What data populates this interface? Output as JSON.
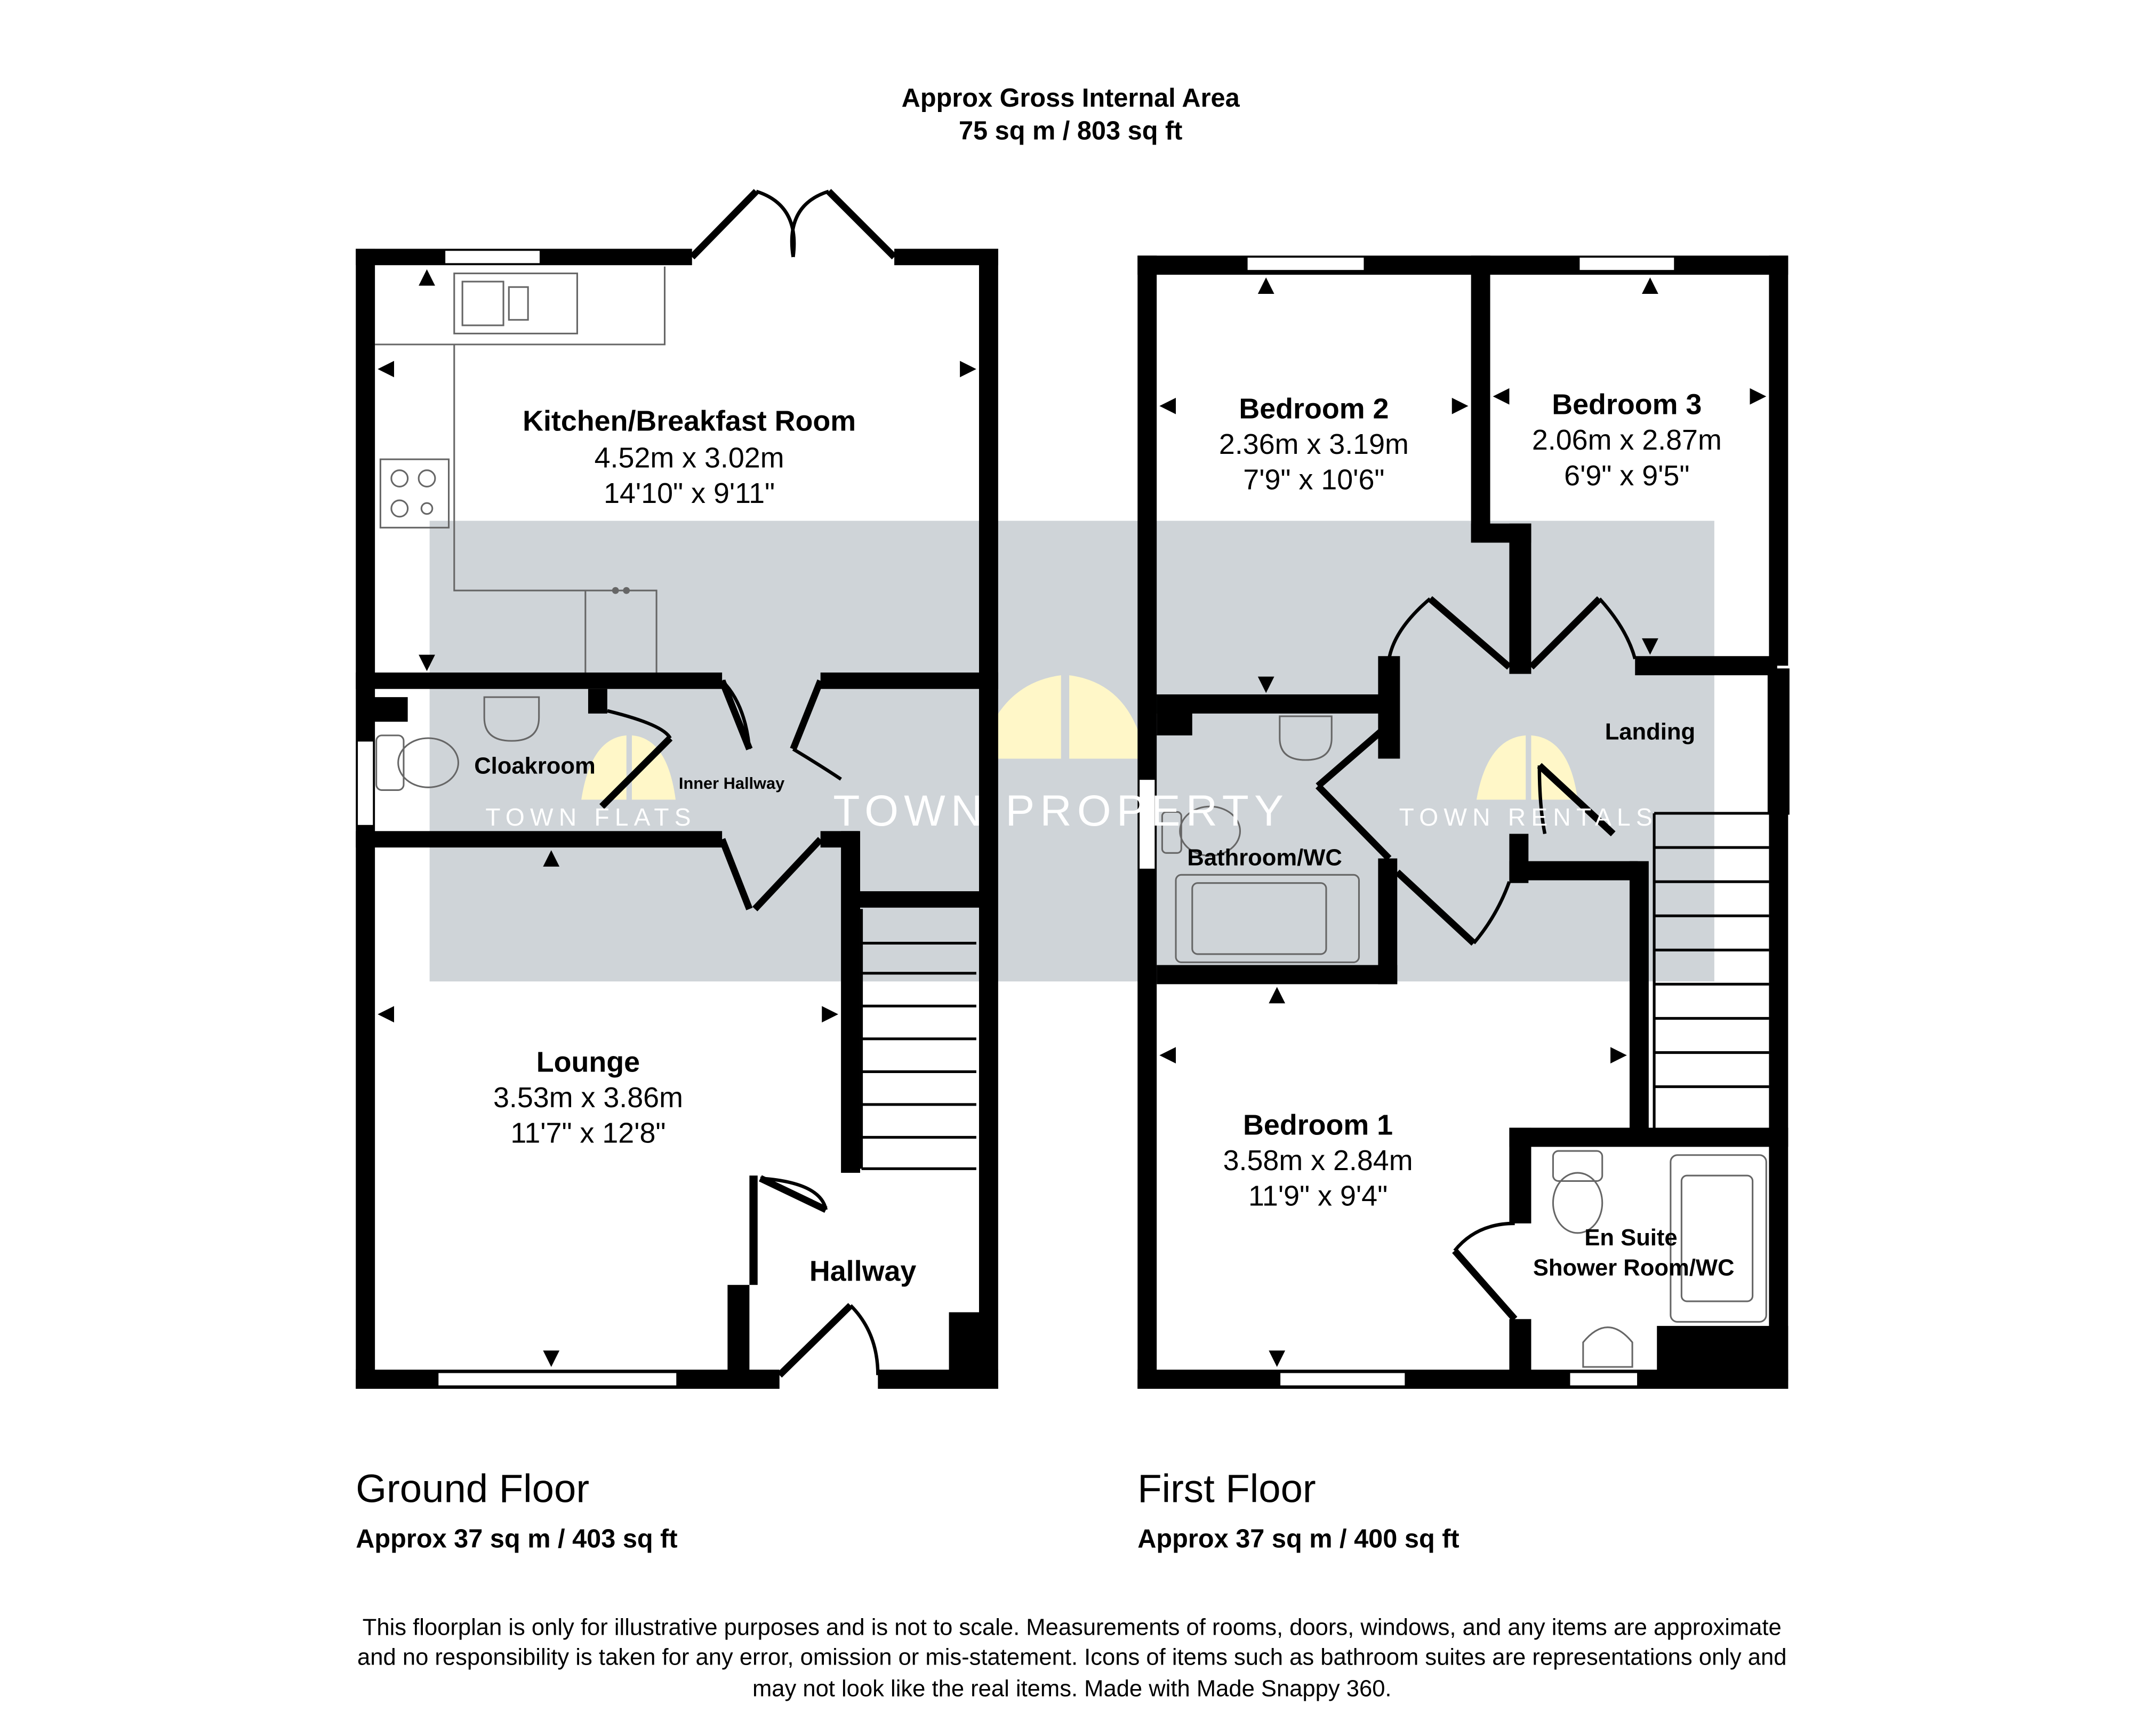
{
  "header": {
    "title": "Approx Gross Internal Area",
    "area": "75 sq m / 803 sq ft"
  },
  "ground_floor": {
    "label": "Ground Floor",
    "area": "Approx 37 sq m / 403 sq ft",
    "rooms": {
      "kitchen": {
        "name": "Kitchen/Breakfast Room",
        "metric": "4.52m x 3.02m",
        "imperial": "14'10\" x 9'11\""
      },
      "cloakroom": {
        "name": "Cloakroom"
      },
      "inner_hallway": {
        "name": "Inner Hallway"
      },
      "lounge": {
        "name": "Lounge",
        "metric": "3.53m x 3.86m",
        "imperial": "11'7\" x 12'8\""
      },
      "hallway": {
        "name": "Hallway"
      }
    }
  },
  "first_floor": {
    "label": "First Floor",
    "area": "Approx 37 sq m / 400 sq ft",
    "rooms": {
      "bedroom2": {
        "name": "Bedroom 2",
        "metric": "2.36m x 3.19m",
        "imperial": "7'9\" x 10'6\""
      },
      "bedroom3": {
        "name": "Bedroom 3",
        "metric": "2.06m x 2.87m",
        "imperial": "6'9\" x 9'5\""
      },
      "landing": {
        "name": "Landing"
      },
      "bathroom": {
        "name": "Bathroom/WC"
      },
      "bedroom1": {
        "name": "Bedroom 1",
        "metric": "3.58m x 2.84m",
        "imperial": "11'9\" x 9'4\""
      },
      "ensuite": {
        "name_line1": "En Suite",
        "name_line2": "Shower Room/WC"
      }
    }
  },
  "watermark": {
    "main": "TOWN PROPERTY",
    "left": "TOWN FLATS",
    "right": "TOWN RENTALS"
  },
  "disclaimer": {
    "line1": "This floorplan is only for illustrative purposes and is not to scale. Measurements of rooms, doors, windows, and any items are approximate",
    "line2": "and no responsibility is taken for any error, omission or mis-statement. Icons of items such as bathroom suites are representations only and",
    "line3": "may not look like the real items. Made with Made Snappy 360."
  },
  "colors": {
    "watermark_band": "#cfd4d8",
    "logo": "#fff7c8",
    "wall": "#000000"
  }
}
